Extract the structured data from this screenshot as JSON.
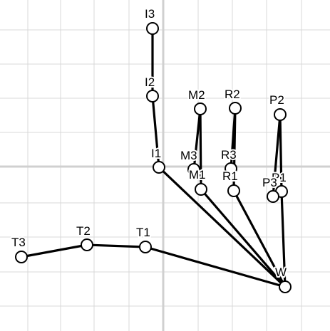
{
  "diagram": {
    "type": "hand-skeleton",
    "colors": {
      "bone": "#000000",
      "joint_fill": "#ffffff",
      "joint_stroke": "#000000",
      "grid": "#d9d9d9",
      "axis": "#d0d0d0",
      "background": "#ffffff"
    },
    "joints": [
      {
        "id": "W",
        "label": "W"
      },
      {
        "id": "T1",
        "label": "T1"
      },
      {
        "id": "T2",
        "label": "T2"
      },
      {
        "id": "T3",
        "label": "T3"
      },
      {
        "id": "I1",
        "label": "I1"
      },
      {
        "id": "I2",
        "label": "I2"
      },
      {
        "id": "I3",
        "label": "I3"
      },
      {
        "id": "M1",
        "label": "M1"
      },
      {
        "id": "M2",
        "label": "M2"
      },
      {
        "id": "M3",
        "label": "M3"
      },
      {
        "id": "R1",
        "label": "R1"
      },
      {
        "id": "R2",
        "label": "R2"
      },
      {
        "id": "R3",
        "label": "R3"
      },
      {
        "id": "P1",
        "label": "P1"
      },
      {
        "id": "P2",
        "label": "P2"
      },
      {
        "id": "P3",
        "label": "P3"
      }
    ],
    "bones": [
      [
        "W",
        "T1"
      ],
      [
        "T1",
        "T2"
      ],
      [
        "T2",
        "T3"
      ],
      [
        "W",
        "I1"
      ],
      [
        "I1",
        "I2"
      ],
      [
        "I2",
        "I3"
      ],
      [
        "W",
        "M1"
      ],
      [
        "M1",
        "M2"
      ],
      [
        "M2",
        "M3"
      ],
      [
        "W",
        "R1"
      ],
      [
        "R1",
        "R2"
      ],
      [
        "R2",
        "R3"
      ],
      [
        "W",
        "P1"
      ],
      [
        "P1",
        "P2"
      ],
      [
        "P2",
        "P3"
      ]
    ]
  }
}
